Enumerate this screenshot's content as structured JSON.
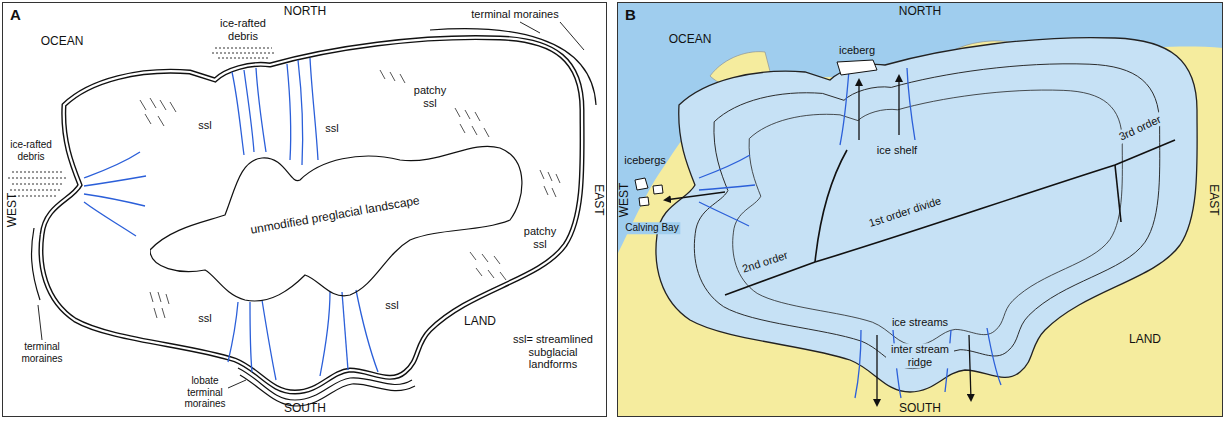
{
  "diagram": {
    "nodes": [
      {
        "text": [
          "A"
        ]
      },
      {
        "text": [
          "unmodified preglacial landscape"
        ],
        "in": 0
      },
      {
        "text": [
          "B"
        ]
      }
    ],
    "labels": [
      "NORTH",
      "OCEAN",
      "terminal moraines",
      "ice-rafted debris",
      "ice-rafted debris",
      "patchy ssl",
      "ssl",
      "ssl",
      "WEST",
      "EAST",
      "patchy ssl",
      "ssl",
      "ssl",
      "terminal moraines",
      "LAND",
      "lobate terminal moraines",
      "SOUTH",
      "ssl= streamlined subglacial landforms",
      "NORTH",
      "OCEAN",
      "iceberg",
      "icebergs",
      "ice shelf",
      "WEST",
      "Calving Bay",
      "1st order divide",
      "2nd order",
      "3rd order",
      "EAST",
      "ice streams",
      "inter stream ridge",
      "LAND",
      "SOUTH"
    ]
  }
}
